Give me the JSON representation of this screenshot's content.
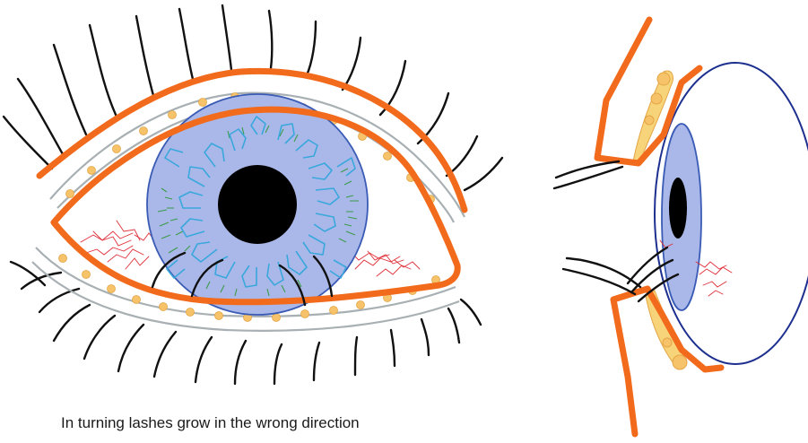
{
  "caption": "In turning lashes grow in the wrong direction",
  "colors": {
    "eyelid": "#f26a1b",
    "iris": "#a9b8e8",
    "iris_fibers": "#3aa7dd",
    "pupil": "#000000",
    "lashes": "#111111",
    "glands": "#f7c36a",
    "blood_vessels": "#e0303a",
    "globe_outline": "#1d2f8f"
  },
  "views": {
    "front": "front-view-eye",
    "side": "side-view-eye"
  }
}
